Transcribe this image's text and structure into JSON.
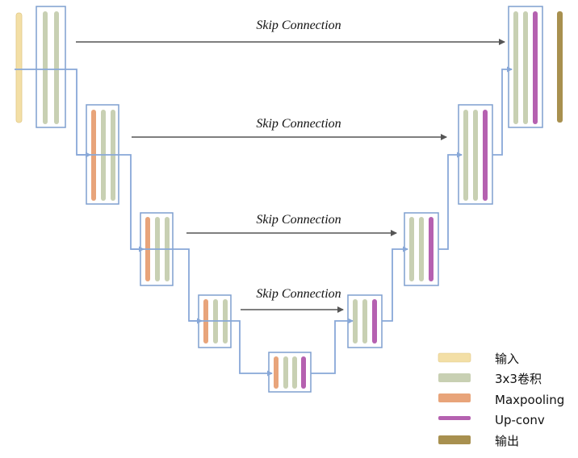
{
  "skip_connections": [
    {
      "label": "Skip  Connection"
    },
    {
      "label": "Skip  Connection"
    },
    {
      "label": "Skip  Connection"
    },
    {
      "label": "Skip  Connection"
    }
  ],
  "legend": [
    {
      "label": "输入",
      "color": "#f3dfa6"
    },
    {
      "label": "3x3卷积",
      "color": "#c8d0b3"
    },
    {
      "label": "Maxpooling",
      "color": "#e8a47a"
    },
    {
      "label": "Up-conv",
      "color": "#b561b0"
    },
    {
      "label": "输出",
      "color": "#a8904f"
    }
  ],
  "colors": {
    "input": "#f3dfa6",
    "conv": "#c8d0b3",
    "maxpool": "#e8a47a",
    "upconv": "#b561b0",
    "output": "#a8904f",
    "block_border": "#7f9fcf",
    "flow_line": "#88a8d8",
    "skip_arrow": "#555555"
  }
}
